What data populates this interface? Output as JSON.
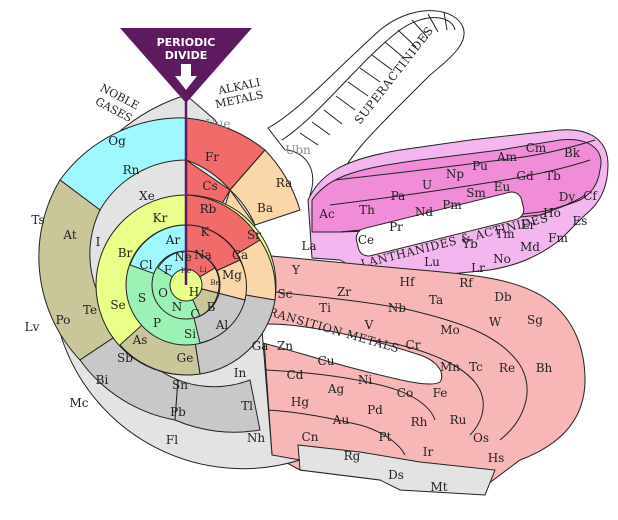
{
  "title_pointer": {
    "line1": "PERIODIC",
    "line2": "DIVIDE",
    "color": "#5e1a5e"
  },
  "labels": {
    "noble_gases": [
      "NOBLE",
      "GASES"
    ],
    "alkali_metals": [
      "ALKALI",
      "METALS"
    ]
  },
  "bands": {
    "superactinides": "SUPERACTINIDES",
    "lanthanides_actinides": "LANTHANIDES & ACTINIDES",
    "transition_metals": "TRANSITION METALS"
  },
  "colors": {
    "alkali": "#f26b6b",
    "alkaline": "#f9d7a8",
    "transition": "#f7b7b7",
    "lanthanide": "#f08cd8",
    "actinide": "#f3b6ee",
    "post_transition": "#c8c8c8",
    "metalloid": "#c9c79a",
    "nonmetal": "#9cf2b4",
    "halogen": "#e9ff8a",
    "noble": "#9ff7ff",
    "unknown": "#e3e3e3",
    "h": "#e9ff8a"
  },
  "elements": {
    "H": "H",
    "He": "He",
    "Li": "Li",
    "Be": "Be",
    "B": "B",
    "C": "C",
    "N": "N",
    "O": "O",
    "F": "F",
    "Ne": "Ne",
    "Na": "Na",
    "Mg": "Mg",
    "Al": "Al",
    "Si": "Si",
    "P": "P",
    "S": "S",
    "Cl": "Cl",
    "Ar": "Ar",
    "K": "K",
    "Ca": "Ca",
    "Sc": "Sc",
    "Ti": "Ti",
    "V": "V",
    "Cr": "Cr",
    "Mn": "Mn",
    "Fe": "Fe",
    "Co": "Co",
    "Ni": "Ni",
    "Cu": "Cu",
    "Zn": "Zn",
    "Ga": "Ga",
    "Ge": "Ge",
    "As": "As",
    "Se": "Se",
    "Br": "Br",
    "Kr": "Kr",
    "Rb": "Rb",
    "Sr": "Sr",
    "Y": "Y",
    "Zr": "Zr",
    "Nb": "Nb",
    "Mo": "Mo",
    "Tc": "Tc",
    "Ru": "Ru",
    "Rh": "Rh",
    "Pd": "Pd",
    "Ag": "Ag",
    "Cd": "Cd",
    "In": "In",
    "Sn": "Sn",
    "Sb": "Sb",
    "Te": "Te",
    "I": "I",
    "Xe": "Xe",
    "Cs": "Cs",
    "Ba": "Ba",
    "La": "La",
    "Ce": "Ce",
    "Pr": "Pr",
    "Nd": "Nd",
    "Pm": "Pm",
    "Sm": "Sm",
    "Eu": "Eu",
    "Gd": "Gd",
    "Tb": "Tb",
    "Dy": "Dy",
    "Ho": "Ho",
    "Er": "Er",
    "Tm": "Tm",
    "Yb": "Yb",
    "Lu": "Lu",
    "Hf": "Hf",
    "Ta": "Ta",
    "W": "W",
    "Re": "Re",
    "Os": "Os",
    "Ir": "Ir",
    "Pt": "Pt",
    "Au": "Au",
    "Hg": "Hg",
    "Tl": "Tl",
    "Pb": "Pb",
    "Bi": "Bi",
    "Po": "Po",
    "At": "At",
    "Rn": "Rn",
    "Fr": "Fr",
    "Ra": "Ra",
    "Ac": "Ac",
    "Th": "Th",
    "Pa": "Pa",
    "U": "U",
    "Np": "Np",
    "Pu": "Pu",
    "Am": "Am",
    "Cm": "Cm",
    "Bk": "Bk",
    "Cf": "Cf",
    "Es": "Es",
    "Fm": "Fm",
    "Md": "Md",
    "No": "No",
    "Lr": "Lr",
    "Rf": "Rf",
    "Db": "Db",
    "Sg": "Sg",
    "Bh": "Bh",
    "Hs": "Hs",
    "Mt": "Mt",
    "Ds": "Ds",
    "Rg": "Rg",
    "Cn": "Cn",
    "Nh": "Nh",
    "Fl": "Fl",
    "Mc": "Mc",
    "Lv": "Lv",
    "Ts": "Ts",
    "Og": "Og",
    "Uue": "Uue",
    "Ubn": "Ubn"
  }
}
